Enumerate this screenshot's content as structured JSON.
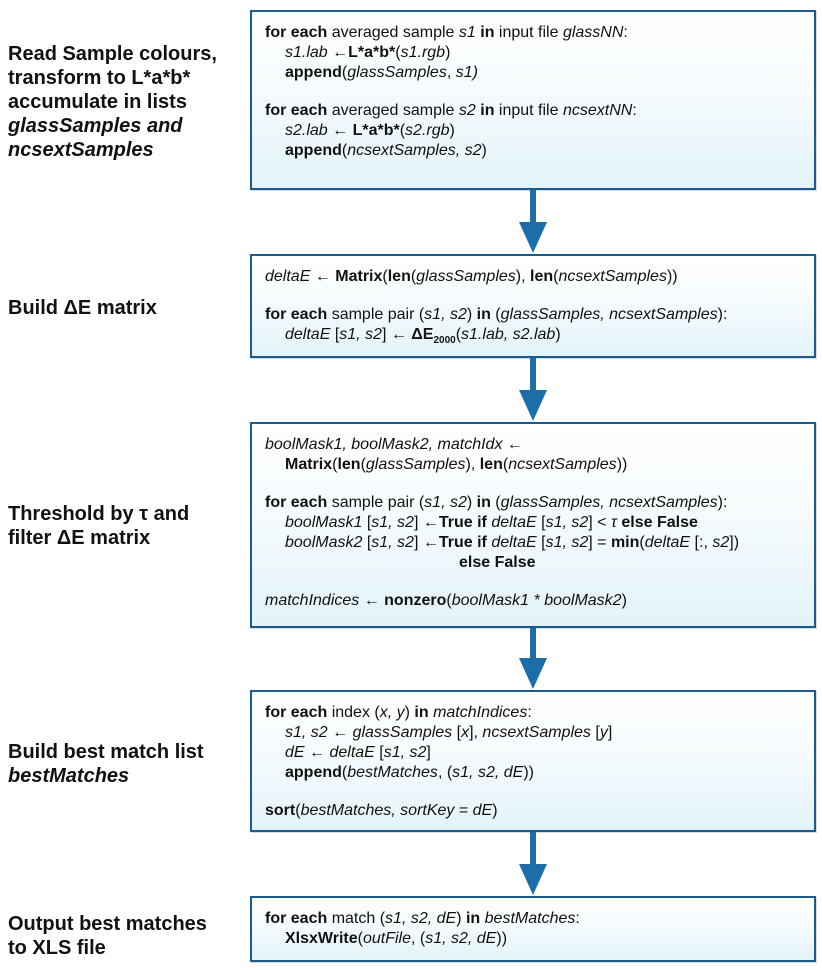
{
  "colors": {
    "box_border": "#1c5b8f",
    "box_fill_bottom": "#e2f3f9",
    "arrow": "#1d6ea8",
    "text": "#111111"
  },
  "steps": [
    {
      "label": [
        "Read Sample colours,",
        "transform to L*a*b*",
        "accumulate in lists",
        "glassSamples and",
        "ncsextSamples"
      ],
      "code": [
        {
          "indent": 0,
          "parts": [
            [
              "b",
              "for each"
            ],
            [
              "t",
              " averaged sample "
            ],
            [
              "i",
              "s1"
            ],
            [
              "t",
              " "
            ],
            [
              "b",
              "in"
            ],
            [
              "t",
              " input file "
            ],
            [
              "i",
              "glassNN"
            ],
            [
              "t",
              ":"
            ]
          ]
        },
        {
          "indent": 1,
          "parts": [
            [
              "i",
              "s1.lab"
            ],
            [
              "t",
              " ←"
            ],
            [
              "b",
              "L*a*b*"
            ],
            [
              "t",
              "("
            ],
            [
              "i",
              "s1.rgb"
            ],
            [
              "t",
              ")"
            ]
          ]
        },
        {
          "indent": 1,
          "parts": [
            [
              "b",
              "append"
            ],
            [
              "t",
              "("
            ],
            [
              "i",
              "glassSamples"
            ],
            [
              "t",
              ", "
            ],
            [
              "i",
              "s1)"
            ]
          ]
        },
        {
          "gap": true
        },
        {
          "indent": 0,
          "parts": [
            [
              "b",
              "for each"
            ],
            [
              "t",
              " averaged sample "
            ],
            [
              "i",
              "s2"
            ],
            [
              "t",
              " "
            ],
            [
              "b",
              "in"
            ],
            [
              "t",
              " input file "
            ],
            [
              "i",
              "ncsextNN"
            ],
            [
              "t",
              ":"
            ]
          ]
        },
        {
          "indent": 1,
          "parts": [
            [
              "i",
              "s2.lab"
            ],
            [
              "t",
              " ← "
            ],
            [
              "b",
              "L*a*b*"
            ],
            [
              "t",
              "("
            ],
            [
              "i",
              "s2.rgb"
            ],
            [
              "t",
              ")"
            ]
          ]
        },
        {
          "indent": 1,
          "parts": [
            [
              "b",
              "append"
            ],
            [
              "t",
              "("
            ],
            [
              "i",
              "ncsextSamples, s2"
            ],
            [
              "t",
              ")"
            ]
          ]
        }
      ]
    },
    {
      "label": [
        "Build ΔE matrix"
      ],
      "code": [
        {
          "indent": 0,
          "parts": [
            [
              "i",
              "deltaE"
            ],
            [
              "t",
              " ← "
            ],
            [
              "b",
              "Matrix"
            ],
            [
              "t",
              "("
            ],
            [
              "b",
              "len"
            ],
            [
              "t",
              "("
            ],
            [
              "i",
              "glassSamples"
            ],
            [
              "t",
              "), "
            ],
            [
              "b",
              "len"
            ],
            [
              "t",
              "("
            ],
            [
              "i",
              "ncsextSamples"
            ],
            [
              "t",
              "))"
            ]
          ]
        },
        {
          "gap": true
        },
        {
          "indent": 0,
          "parts": [
            [
              "b",
              "for each"
            ],
            [
              "t",
              " sample pair ("
            ],
            [
              "i",
              "s1, s2"
            ],
            [
              "t",
              ") "
            ],
            [
              "b",
              "in"
            ],
            [
              "t",
              " ("
            ],
            [
              "i",
              "glassSamples, ncsextSamples"
            ],
            [
              "t",
              "):"
            ]
          ]
        },
        {
          "indent": 1,
          "parts": [
            [
              "i",
              "deltaE"
            ],
            [
              "t",
              " ["
            ],
            [
              "i",
              "s1, s2"
            ],
            [
              "t",
              "] ← "
            ],
            [
              "b",
              "ΔE"
            ],
            [
              "sub",
              "2000"
            ],
            [
              "t",
              "("
            ],
            [
              "i",
              "s1.lab, s2.lab"
            ],
            [
              "t",
              ")"
            ]
          ]
        }
      ]
    },
    {
      "label": [
        "Threshold by τ and",
        "filter ΔE matrix"
      ],
      "code": [
        {
          "indent": 0,
          "parts": [
            [
              "i",
              "boolMask1, boolMask2, matchIdx"
            ],
            [
              "t",
              " ←"
            ]
          ]
        },
        {
          "indent": 1,
          "parts": [
            [
              "b",
              "Matrix"
            ],
            [
              "t",
              "("
            ],
            [
              "b",
              "len"
            ],
            [
              "t",
              "("
            ],
            [
              "i",
              "glassSamples"
            ],
            [
              "t",
              "), "
            ],
            [
              "b",
              "len"
            ],
            [
              "t",
              "("
            ],
            [
              "i",
              "ncsextSamples"
            ],
            [
              "t",
              "))"
            ]
          ]
        },
        {
          "gap": true
        },
        {
          "indent": 0,
          "parts": [
            [
              "b",
              "for each"
            ],
            [
              "t",
              " sample pair ("
            ],
            [
              "i",
              "s1, s2"
            ],
            [
              "t",
              ") "
            ],
            [
              "b",
              "in"
            ],
            [
              "t",
              " ("
            ],
            [
              "i",
              "glassSamples, ncsextSamples"
            ],
            [
              "t",
              "):"
            ]
          ]
        },
        {
          "indent": 1,
          "parts": [
            [
              "i",
              "boolMask1"
            ],
            [
              "t",
              " ["
            ],
            [
              "i",
              "s1, s2"
            ],
            [
              "t",
              "] ←"
            ],
            [
              "b",
              "True if"
            ],
            [
              "t",
              " "
            ],
            [
              "i",
              "deltaE"
            ],
            [
              "t",
              " ["
            ],
            [
              "i",
              "s1, s2"
            ],
            [
              "t",
              "] < "
            ],
            [
              "i",
              "τ"
            ],
            [
              "t",
              " "
            ],
            [
              "b",
              "else False"
            ]
          ]
        },
        {
          "indent": 1,
          "parts": [
            [
              "i",
              "boolMask2"
            ],
            [
              "t",
              " ["
            ],
            [
              "i",
              "s1, s2"
            ],
            [
              "t",
              "] ←"
            ],
            [
              "b",
              "True if"
            ],
            [
              "t",
              " "
            ],
            [
              "i",
              "deltaE"
            ],
            [
              "t",
              " ["
            ],
            [
              "i",
              "s1, s2"
            ],
            [
              "t",
              "] = "
            ],
            [
              "b",
              "min"
            ],
            [
              "t",
              "("
            ],
            [
              "i",
              "deltaE"
            ],
            [
              "t",
              " [:, "
            ],
            [
              "i",
              "s2"
            ],
            [
              "t",
              "])"
            ]
          ]
        },
        {
          "indent": 2,
          "parts": [
            [
              "b",
              "else False"
            ]
          ]
        },
        {
          "gap": true
        },
        {
          "indent": 0,
          "parts": [
            [
              "i",
              "matchIndices"
            ],
            [
              "t",
              " ← "
            ],
            [
              "b",
              "nonzero"
            ],
            [
              "t",
              "("
            ],
            [
              "i",
              "boolMask1 * boolMask2"
            ],
            [
              "t",
              ")"
            ]
          ]
        }
      ]
    },
    {
      "label": [
        "Build best match list",
        "bestMatches"
      ],
      "code": [
        {
          "indent": 0,
          "parts": [
            [
              "b",
              "for each"
            ],
            [
              "t",
              " index ("
            ],
            [
              "i",
              "x, y"
            ],
            [
              "t",
              ") "
            ],
            [
              "b",
              "in"
            ],
            [
              "t",
              " "
            ],
            [
              "i",
              "matchIndices"
            ],
            [
              "t",
              ":"
            ]
          ]
        },
        {
          "indent": 1,
          "parts": [
            [
              "i",
              "s1, s2"
            ],
            [
              "t",
              " ← "
            ],
            [
              "i",
              "glassSamples"
            ],
            [
              "t",
              " ["
            ],
            [
              "i",
              "x"
            ],
            [
              "t",
              "], "
            ],
            [
              "i",
              "ncsextSamples"
            ],
            [
              "t",
              " ["
            ],
            [
              "i",
              "y"
            ],
            [
              "t",
              "]"
            ]
          ]
        },
        {
          "indent": 1,
          "parts": [
            [
              "i",
              "dE"
            ],
            [
              "t",
              " ← "
            ],
            [
              "i",
              "deltaE"
            ],
            [
              "t",
              " ["
            ],
            [
              "i",
              "s1, s2"
            ],
            [
              "t",
              "]"
            ]
          ]
        },
        {
          "indent": 1,
          "parts": [
            [
              "b",
              "append"
            ],
            [
              "t",
              "("
            ],
            [
              "i",
              "bestMatches"
            ],
            [
              "t",
              ", ("
            ],
            [
              "i",
              "s1, s2, dE"
            ],
            [
              "t",
              "))"
            ]
          ]
        },
        {
          "gap": true
        },
        {
          "indent": 0,
          "parts": [
            [
              "b",
              "sort"
            ],
            [
              "t",
              "("
            ],
            [
              "i",
              "bestMatches, sortKey"
            ],
            [
              "t",
              " = "
            ],
            [
              "i",
              "dE"
            ],
            [
              "t",
              ")"
            ]
          ]
        }
      ]
    },
    {
      "label": [
        "Output best matches",
        "to XLS file"
      ],
      "code": [
        {
          "indent": 0,
          "parts": [
            [
              "b",
              "for each"
            ],
            [
              "t",
              " match ("
            ],
            [
              "i",
              "s1, s2, dE"
            ],
            [
              "t",
              ") "
            ],
            [
              "b",
              "in"
            ],
            [
              "t",
              " "
            ],
            [
              "i",
              "bestMatches"
            ],
            [
              "t",
              ":"
            ]
          ]
        },
        {
          "indent": 1,
          "parts": [
            [
              "b",
              "XlsxWrite"
            ],
            [
              "t",
              "("
            ],
            [
              "i",
              "outFile"
            ],
            [
              "t",
              ", ("
            ],
            [
              "i",
              "s1, s2, dE"
            ],
            [
              "t",
              "))"
            ]
          ]
        }
      ]
    }
  ]
}
